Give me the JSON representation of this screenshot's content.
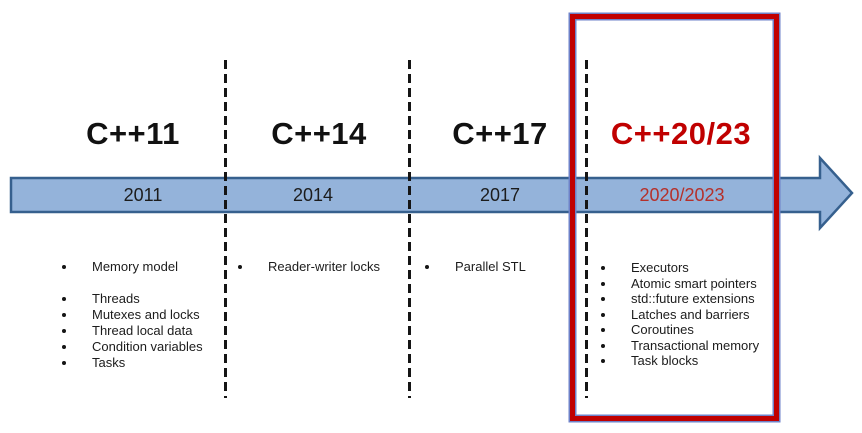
{
  "timeline": {
    "columns": [
      {
        "heading": "C++11",
        "year": "2011",
        "features": [
          "Memory model",
          "Threads",
          "Mutexes and locks",
          "Thread local data",
          "Condition variables",
          "Tasks"
        ]
      },
      {
        "heading": "C++14",
        "year": "2014",
        "features": [
          "Reader-writer locks"
        ]
      },
      {
        "heading": "C++17",
        "year": "2017",
        "features": [
          "Parallel STL"
        ]
      },
      {
        "heading": "C++20/23",
        "year": "2020/2023",
        "highlighted": true,
        "features": [
          "Executors",
          "Atomic smart pointers",
          "std::future extensions",
          "Latches and barriers",
          "Coroutines",
          "Transactional memory",
          "Task blocks"
        ]
      }
    ],
    "colors": {
      "arrow_fill": "#94b3da",
      "arrow_border": "#36608e",
      "highlight_red": "#c00000",
      "highlight_outline_blue": "#6e82c8",
      "heading_red": "#c00000",
      "year_red": "#b5302a",
      "text": "#1c1c1c"
    }
  }
}
